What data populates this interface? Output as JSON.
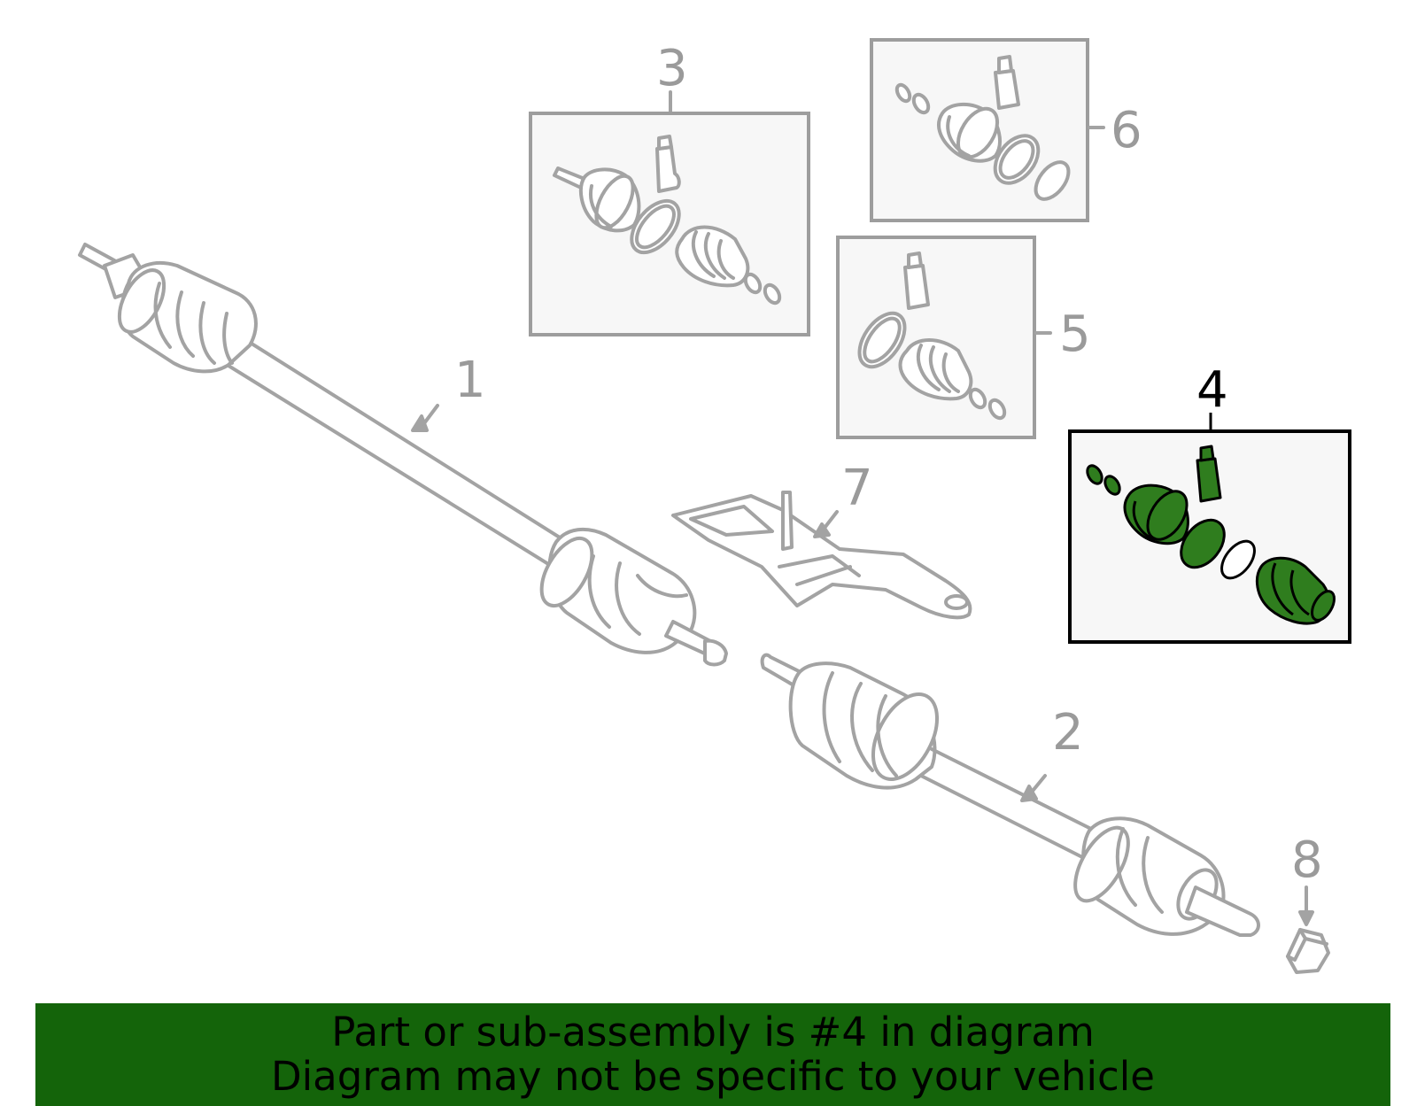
{
  "callouts": {
    "c1": "1",
    "c2": "2",
    "c3": "3",
    "c4": "4",
    "c5": "5",
    "c6": "6",
    "c7": "7",
    "c8": "8"
  },
  "highlighted_part": "4",
  "colors": {
    "line_gray": "#a3a3a3",
    "label_gray": "#9a9a9a",
    "highlight_green": "#2f7d1e",
    "banner_green": "#14640a"
  },
  "banner": {
    "line1": "Part or sub-assembly is #4 in diagram",
    "line2": "Diagram may not be specific to your vehicle"
  }
}
